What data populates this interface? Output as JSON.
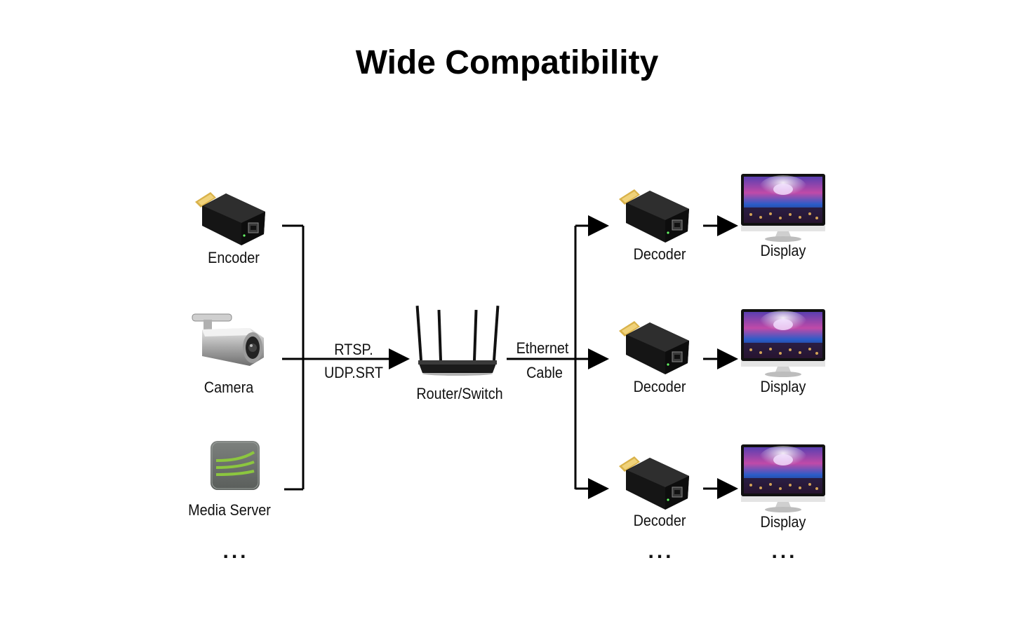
{
  "title": "Wide Compatibility",
  "sources": {
    "encoder": "Encoder",
    "camera": "Camera",
    "media_server": "Media Server",
    "more": "..."
  },
  "protocol": {
    "line1": "RTSP.",
    "line2": "UDP.SRT"
  },
  "router": "Router/Switch",
  "cable": {
    "line1": "Ethernet",
    "line2": "Cable"
  },
  "outputs": {
    "decoder_label": "Decoder",
    "display_label": "Display",
    "more": "..."
  },
  "colors": {
    "line": "#000000",
    "device_body": "#1a1a1a",
    "hdmi_gold": "#d9b24a",
    "media_green": "#8cc63f",
    "media_tile": "#6f7471"
  }
}
